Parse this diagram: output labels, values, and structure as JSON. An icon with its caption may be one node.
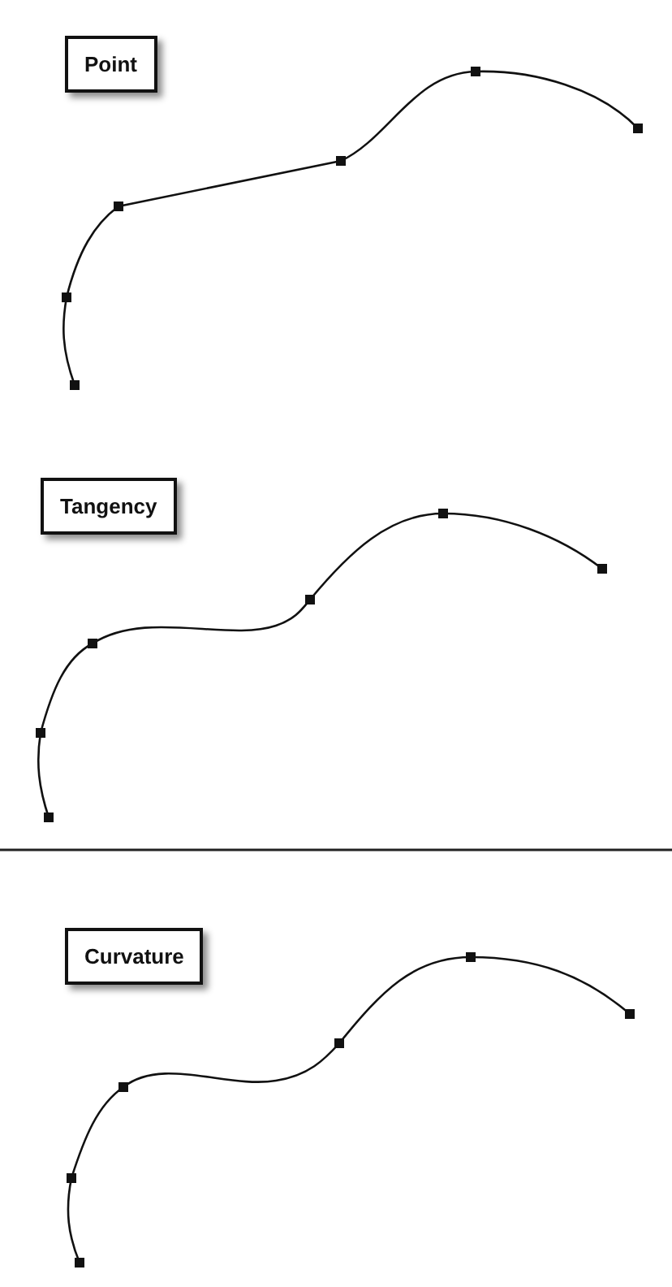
{
  "diagram": {
    "nodes": [
      {
        "text": [
          "Point"
        ]
      },
      {
        "text": [
          "Tangency"
        ]
      },
      {
        "text": [
          "Curvature"
        ]
      }
    ]
  }
}
